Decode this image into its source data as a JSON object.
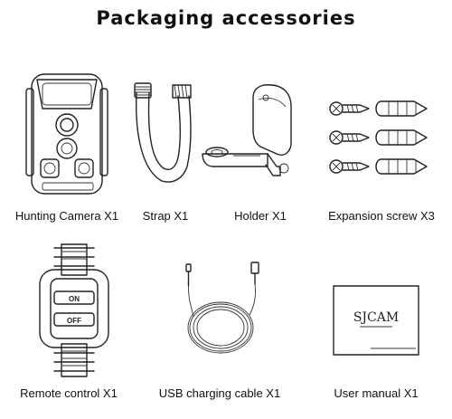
{
  "page": {
    "title": "Packaging accessories"
  },
  "items": [
    {
      "id": "camera",
      "label": "Hunting Camera X1"
    },
    {
      "id": "strap",
      "label": "Strap X1"
    },
    {
      "id": "holder",
      "label": "Holder X1"
    },
    {
      "id": "screws",
      "label": "Expansion screw X3"
    },
    {
      "id": "remote",
      "label": "Remote control X1",
      "buttons": [
        "ON",
        "OFF"
      ]
    },
    {
      "id": "cable",
      "label": "USB charging cable X1"
    },
    {
      "id": "manual",
      "label": "User manual X1",
      "brand": "SJCAM"
    }
  ]
}
